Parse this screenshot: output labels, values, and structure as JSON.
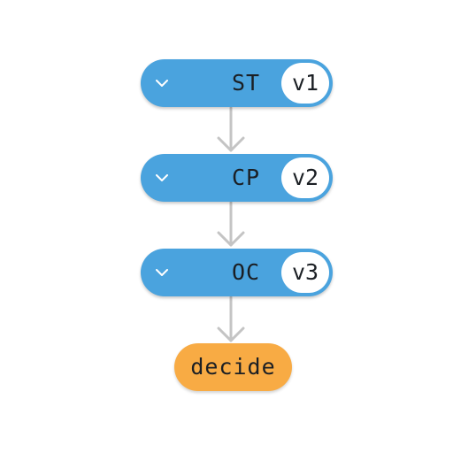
{
  "nodes": [
    {
      "label": "ST",
      "version": "v1",
      "icon": "chevron-down-icon"
    },
    {
      "label": "CP",
      "version": "v2",
      "icon": "chevron-down-icon"
    },
    {
      "label": "OC",
      "version": "v3",
      "icon": "chevron-down-icon"
    }
  ],
  "decision": {
    "label": "decide"
  },
  "colors": {
    "node_fill": "#4aa3de",
    "badge_fill": "#ffffff",
    "decision_fill": "#f8ab44",
    "arrow": "#c4c4c4",
    "text": "#1b1f24"
  }
}
